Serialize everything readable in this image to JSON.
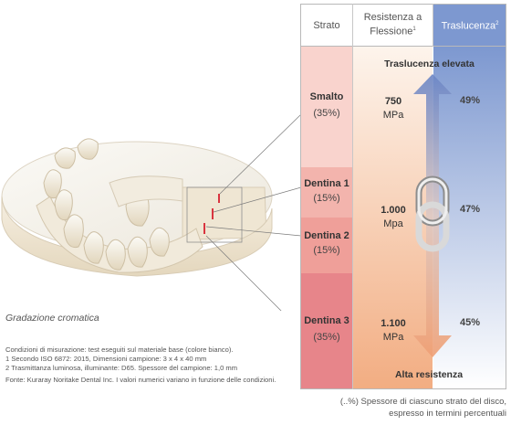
{
  "headers": {
    "strato": "Strato",
    "resistenza_line1": "Resistenza a",
    "resistenza_line2": "Flessione",
    "resistenza_sup": "1",
    "traslucenza": "Traslucenza",
    "traslucenza_sup": "2"
  },
  "layers": [
    {
      "name": "Smalto",
      "pct": "(35%)",
      "strength_value": "750",
      "strength_unit": "MPa",
      "translucency": "49%",
      "color": "#f9d3cd"
    },
    {
      "name": "Dentina 1",
      "pct": "(15%)",
      "strength_value": "1.000",
      "strength_unit": "Mpa",
      "translucency": "47%",
      "color": "#f3b4ad"
    },
    {
      "name": "Dentina 2",
      "pct": "(15%)",
      "strength_value": "",
      "strength_unit": "",
      "translucency": "",
      "color": "#ef9f99"
    },
    {
      "name": "Dentina 3",
      "pct": "(35%)",
      "strength_value": "1.100",
      "strength_unit": "MPa",
      "translucency": "45%",
      "color": "#e7858a"
    }
  ],
  "arrow": {
    "top_label": "Traslucenza elevata",
    "bottom_label": "Alta resistenza"
  },
  "image_caption": "Gradazione cromatica",
  "notes": {
    "line1": "Condizioni di misurazione: test eseguiti sul materiale base (colore bianco).",
    "line2": "1 Secondo ISO 6872: 2015, Dimensioni campione: 3 x 4 x 40 mm",
    "line3": "2 Trasmittanza luminosa, illuminante: D65. Spessore del campione: 1,0 mm",
    "line4": "Fonte: Kuraray Noritake Dental Inc. I valori numerici variano in funzione delle condizioni."
  },
  "footnote": {
    "line1": "(..%) Spessore di ciascuno strato del disco,",
    "line2": "espresso in termini percentuali"
  },
  "colors": {
    "strength_top": "#fdf4ec",
    "strength_bottom": "#f2ad82",
    "translucency_top": "#7d98d0",
    "translucency_bottom": "#ffffff",
    "arrow_top": "#6b86c6",
    "arrow_bottom": "#ef9f74"
  }
}
